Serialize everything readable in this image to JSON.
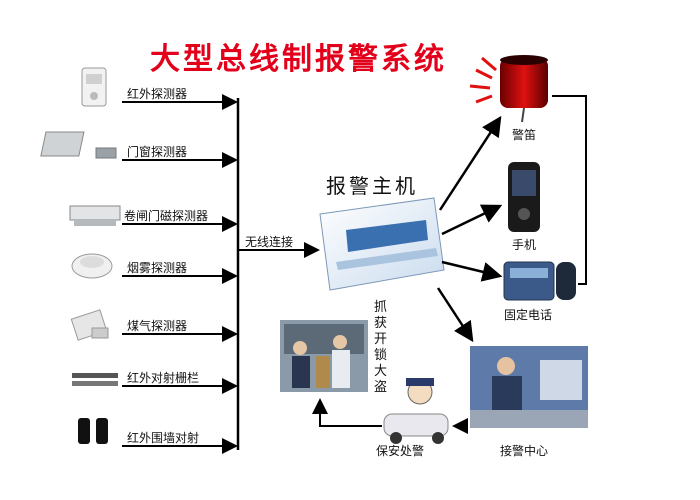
{
  "title": "大型总线制报警系统",
  "host": {
    "label": "报警主机"
  },
  "wireless_label": "无线连接",
  "sensors": [
    {
      "label": "红外探测器",
      "icon": "pir-detector-icon"
    },
    {
      "label": "门窗探测器",
      "icon": "door-window-sensor-icon"
    },
    {
      "label": "卷闸门磁探测器",
      "icon": "shutter-magnetic-sensor-icon"
    },
    {
      "label": "烟雾探测器",
      "icon": "smoke-detector-icon"
    },
    {
      "label": "煤气探测器",
      "icon": "gas-detector-icon"
    },
    {
      "label": "红外对射栅栏",
      "icon": "infrared-beam-fence-icon"
    },
    {
      "label": "红外围墙对射",
      "icon": "infrared-wall-beam-icon"
    }
  ],
  "outputs": {
    "siren": "警笛",
    "mobile": "手机",
    "landline": "固定电话",
    "center": "接警中心",
    "security": "保安处警",
    "capture": "抓获开锁大盗"
  },
  "colors": {
    "title": "#e3001b",
    "line": "#000000",
    "host_panel": "#3a6fb0"
  }
}
